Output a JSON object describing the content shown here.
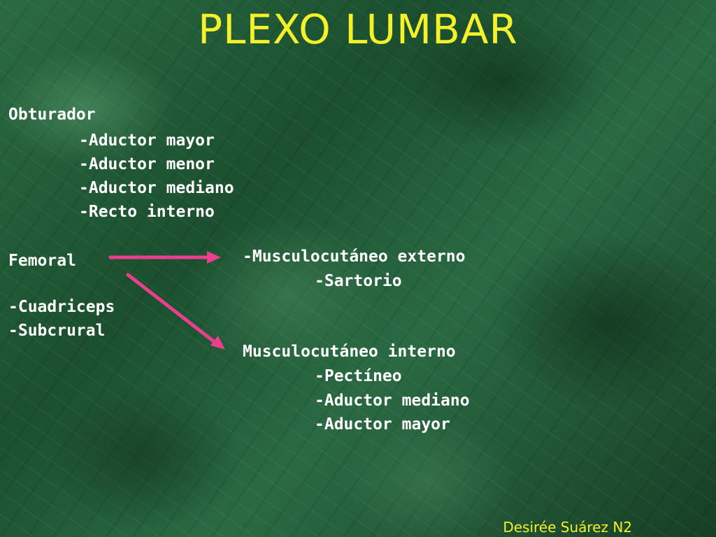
{
  "title": "PLEXO LUMBAR",
  "obturador": {
    "heading": "Obturador",
    "items": [
      "-Aductor mayor",
      "-Aductor menor",
      "-Aductor mediano",
      "-Recto interno"
    ]
  },
  "femoral": {
    "heading": "Femoral",
    "items": [
      "-Cuadriceps",
      "-Subcrural"
    ]
  },
  "musculocutaneo_externo": {
    "heading": "-Musculocutáneo externo",
    "items": [
      "-Sartorio"
    ]
  },
  "musculocutaneo_interno": {
    "heading": "Musculocutáneo interno",
    "items": [
      "-Pectíneo",
      "-Aductor mediano",
      "-Aductor mayor"
    ]
  },
  "footer": "Desirée Suárez N2",
  "colors": {
    "title": "#f4f02a",
    "text": "#ffffff",
    "arrow": "#ec3e8e",
    "background": "#1f5a35"
  }
}
